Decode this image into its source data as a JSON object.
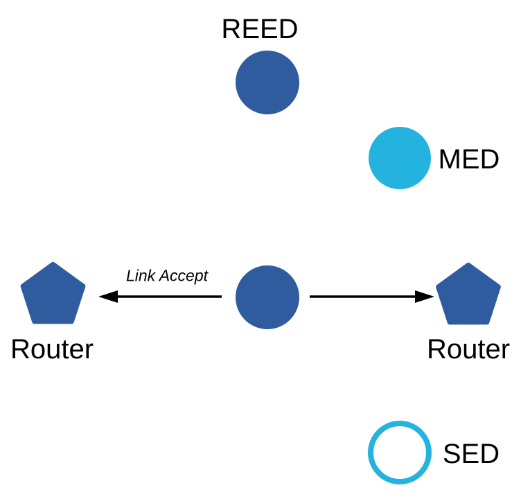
{
  "nodes": {
    "reed": {
      "label": "REED",
      "shape": "circle",
      "fill": "blue"
    },
    "med": {
      "label": "MED",
      "shape": "circle",
      "fill": "cyan"
    },
    "center": {
      "label": "",
      "shape": "circle",
      "fill": "blue"
    },
    "router_left": {
      "label": "Router",
      "shape": "pentagon",
      "fill": "blue"
    },
    "router_right": {
      "label": "Router",
      "shape": "pentagon",
      "fill": "blue"
    },
    "sed": {
      "label": "SED",
      "shape": "circle-outline",
      "fill": "none"
    }
  },
  "edges": [
    {
      "from": "center",
      "to": "router_left",
      "label": "Link Accept",
      "arrow": "left"
    },
    {
      "from": "center",
      "to": "router_right",
      "label": "",
      "arrow": "right"
    }
  ],
  "colors": {
    "node_blue": "#2E5C9F",
    "node_cyan": "#24B2DF",
    "arrow_black": "#000000",
    "label_text": "#000000"
  }
}
